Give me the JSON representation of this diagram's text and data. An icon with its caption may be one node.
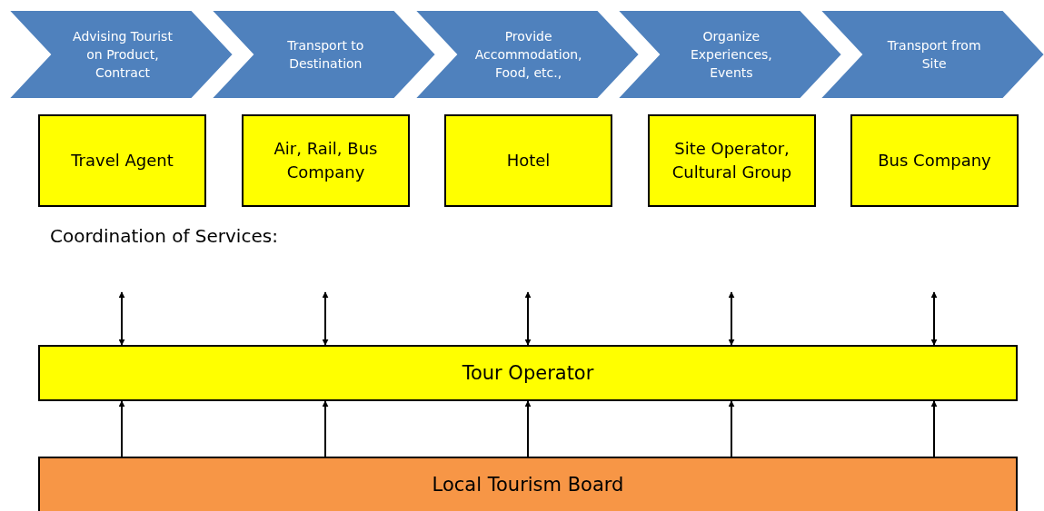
{
  "diagram": {
    "nodes": [
      {
        "text": [
          "Advising Tourist on Product, Contract"
        ]
      },
      {
        "text": [
          "Transport to Destination"
        ]
      },
      {
        "text": [
          "Provide Accommodation, Food, etc.,"
        ]
      },
      {
        "text": [
          "Organize Experiences, Events"
        ]
      },
      {
        "text": [
          "Transport from Site"
        ]
      },
      {
        "text": [
          "Travel Agent"
        ]
      },
      {
        "text": [
          "Air, Rail, Bus Company"
        ]
      },
      {
        "text": [
          "Hotel"
        ]
      },
      {
        "text": [
          "Site Operator, Cultural Group"
        ]
      },
      {
        "text": [
          "Bus Company"
        ]
      },
      {
        "text": [
          "Tour Operator"
        ]
      },
      {
        "text": [
          "Local Tourism Board"
        ]
      }
    ],
    "edges": [
      {
        "from": null,
        "to": 10,
        "arrow": "both"
      },
      {
        "from": null,
        "to": 10,
        "arrow": "both"
      },
      {
        "from": null,
        "to": 10,
        "arrow": "both"
      },
      {
        "from": null,
        "to": 10,
        "arrow": "both"
      },
      {
        "from": null,
        "to": 10,
        "arrow": "both"
      },
      {
        "from": 11,
        "to": 10,
        "arrow": "to"
      },
      {
        "from": 11,
        "to": 10,
        "arrow": "to"
      },
      {
        "from": 11,
        "to": 10,
        "arrow": "to"
      },
      {
        "from": 11,
        "to": 10,
        "arrow": "to"
      },
      {
        "from": 11,
        "to": 10,
        "arrow": "to"
      }
    ],
    "labels": [
      "Coordination of Services:"
    ]
  }
}
